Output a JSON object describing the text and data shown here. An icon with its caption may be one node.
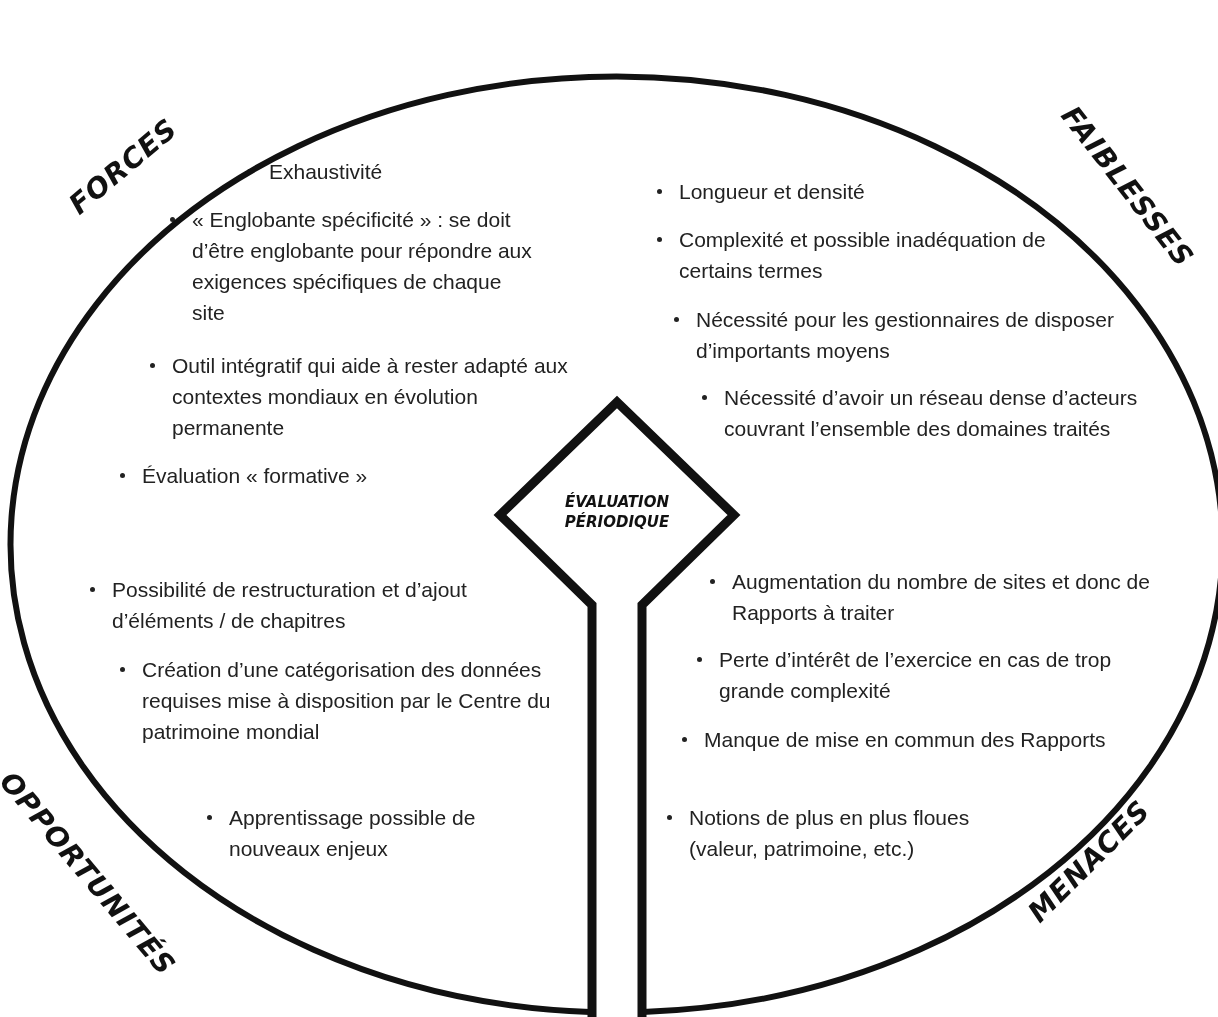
{
  "diagram": {
    "nodes": [
      {
        "text": [],
        "shape": "ellipse"
      },
      {
        "text": [
          "FORCES",
          "Exhaustivité",
          "« Englobante spécificité » : se doit d’être englobante pour répondre aux exigences spécifiques de chaque site",
          "Outil intégratif qui aide à rester adapté aux contextes mondiaux en évolution permanente",
          "Évaluation « formative »"
        ],
        "in": 0
      },
      {
        "text": [
          "FAIBLESSES",
          "Longueur et densité",
          "Complexité et possible inadéquation de certains termes",
          "Nécessité pour les gestionnaires de disposer d’importants moyens",
          "Nécessité d’avoir un réseau dense d’acteurs couvrant l’ensemble des domaines traités"
        ],
        "in": 0
      },
      {
        "text": [
          "ÉVALUATION PÉRIODIQUE"
        ],
        "in": 0
      },
      {
        "text": [
          "OPPORTUNITÉS",
          "Possibilité de restructuration et d’ajout d’éléments / de chapitres",
          "Création d’une catégorisation des données requises mise à disposition par le Centre du patrimoine mondial",
          "Apprentissage possible de nouveaux enjeux"
        ],
        "in": 0
      },
      {
        "text": [
          "MENACES",
          "Augmentation du nombre de sites et donc de Rapports à traiter",
          "Perte d’intérêt de l’exercice en cas de trop grande complexité",
          "Manque de mise en commun des Rapports",
          "Notions de plus en plus floues (valeur, patrimoine, etc.)"
        ],
        "in": 0
      }
    ]
  }
}
